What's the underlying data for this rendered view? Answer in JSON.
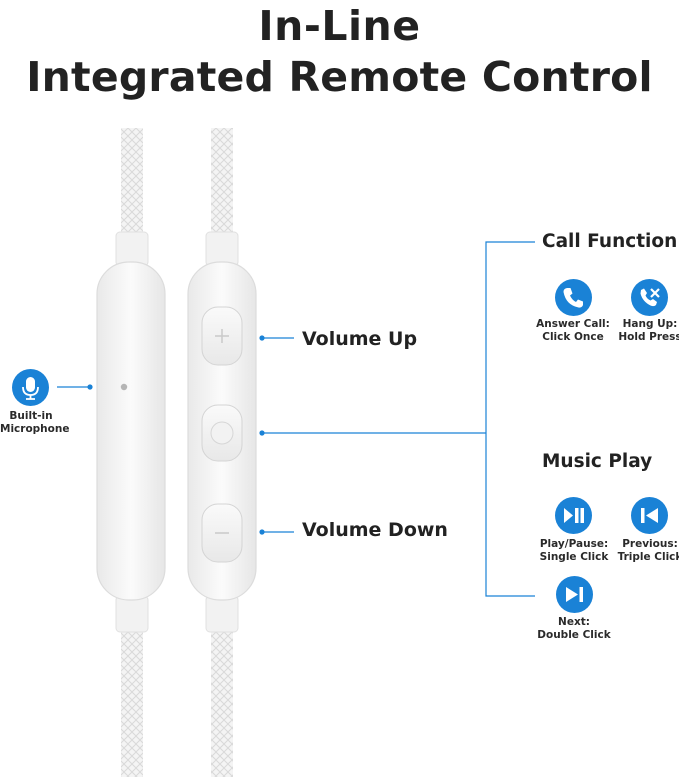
{
  "title": {
    "line1": "In-Line",
    "line2": "Integrated Remote Control"
  },
  "labels": {
    "volume_up": "Volume Up",
    "volume_down": "Volume Down",
    "microphone_line1": "Built-in",
    "microphone_line2": "Microphone"
  },
  "call_function": {
    "heading": "Call Function",
    "answer": {
      "line1": "Answer Call:",
      "line2": "Click Once",
      "icon": "phone-icon"
    },
    "hangup": {
      "line1": "Hang Up:",
      "line2": "Hold Press",
      "icon": "hang-up-icon"
    }
  },
  "music_play": {
    "heading": "Music Play",
    "play_pause": {
      "line1": "Play/Pause:",
      "line2": "Single Click",
      "icon": "play-pause-icon"
    },
    "previous": {
      "line1": "Previous:",
      "line2": "Triple Click",
      "icon": "previous-track-icon"
    },
    "next": {
      "line1": "Next:",
      "line2": "Double Click",
      "icon": "next-track-icon"
    }
  },
  "colors": {
    "accent": "#1a82d6",
    "text": "#222222",
    "device": "#f3f3f3"
  }
}
